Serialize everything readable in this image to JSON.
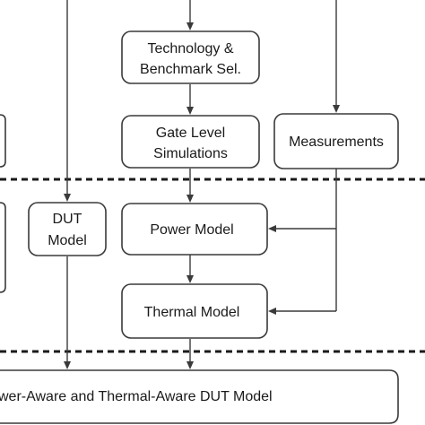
{
  "diagram": {
    "boxes": {
      "tech_bench": {
        "line1": "Technology &",
        "line2": "Benchmark Sel."
      },
      "gate_level": {
        "line1": "Gate Level",
        "line2": "Simulations"
      },
      "measurements": {
        "label": "Measurements"
      },
      "dut_model": {
        "line1": "DUT",
        "line2": "Model"
      },
      "power_model": {
        "label": "Power Model"
      },
      "thermal_model": {
        "label": "Thermal Model"
      },
      "final_model": {
        "label": "wer-Aware and Thermal-Aware DUT Model"
      }
    },
    "colors": {
      "stroke": "#3a3a3a",
      "separator": "#1a1a1a",
      "text": "#1a1a1a"
    }
  }
}
